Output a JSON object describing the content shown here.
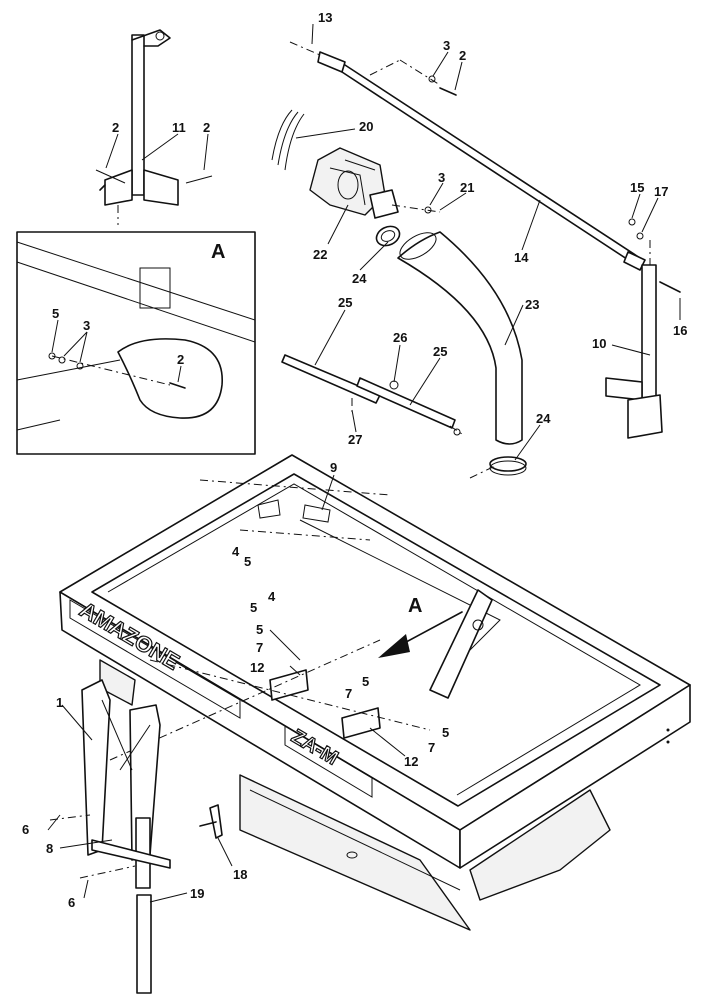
{
  "detail_label": "A",
  "arrow_label": "A",
  "brand_text": "AMAZONE",
  "model_text": "ZA-M",
  "callouts": [
    "13",
    "3",
    "2",
    "20",
    "3",
    "21",
    "2",
    "11",
    "2",
    "15",
    "17",
    "22",
    "24",
    "14",
    "23",
    "16",
    "10",
    "25",
    "26",
    "25",
    "5",
    "3",
    "2",
    "24",
    "27",
    "9",
    "4",
    "5",
    "5",
    "4",
    "5",
    "7",
    "5",
    "12",
    "7",
    "7",
    "5",
    "12",
    "1",
    "6",
    "8",
    "18",
    "6",
    "19"
  ]
}
